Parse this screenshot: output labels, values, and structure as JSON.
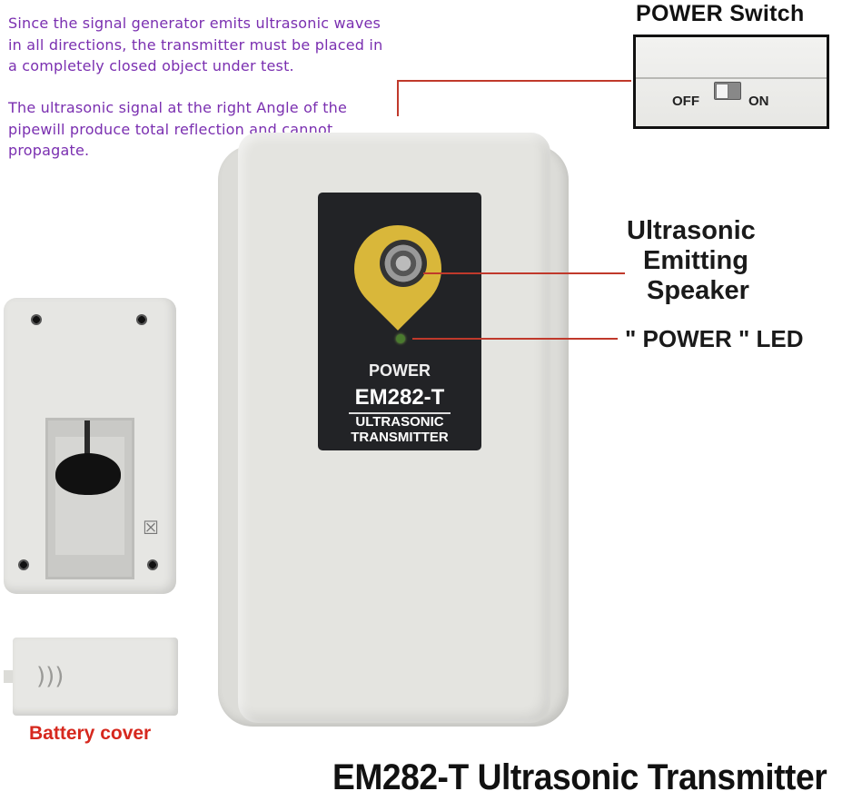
{
  "description": {
    "paragraph_1": "Since the signal generator emits ultrasonic waves in all directions, the transmitter must be placed in a completely closed object under test.",
    "paragraph_1_lines": [
      "Since the signal generator emits ultrasonic waves",
      "in all directions, the transmitter must be placed in",
      "a completely closed object under test."
    ],
    "paragraph_2_lines": [
      "The ultrasonic signal at the right Angle of the",
      "pipewill produce total reflection and cannot",
      "propagate."
    ],
    "color": "#7a2fb0"
  },
  "power_switch": {
    "title": "POWER Switch",
    "off_label": "OFF",
    "on_label": "ON"
  },
  "device_panel": {
    "power_label": "POWER",
    "model": "EM282-T",
    "subtitle_line1": "ULTRASONIC",
    "subtitle_line2": "TRANSMITTER",
    "panel_color": "#222326",
    "speaker_ring_color": "#d9b73a"
  },
  "callouts": {
    "speaker_lines": [
      "Ultrasonic",
      "Emitting",
      "Speaker"
    ],
    "led": "\" POWER \" LED",
    "line_color": "#c0392b"
  },
  "battery_cover_label": "Battery cover",
  "bottom_title": "EM282-T Ultrasonic Transmitter",
  "icons": {
    "recycle": "crossed-bin-icon",
    "grip": "grip-icon"
  }
}
